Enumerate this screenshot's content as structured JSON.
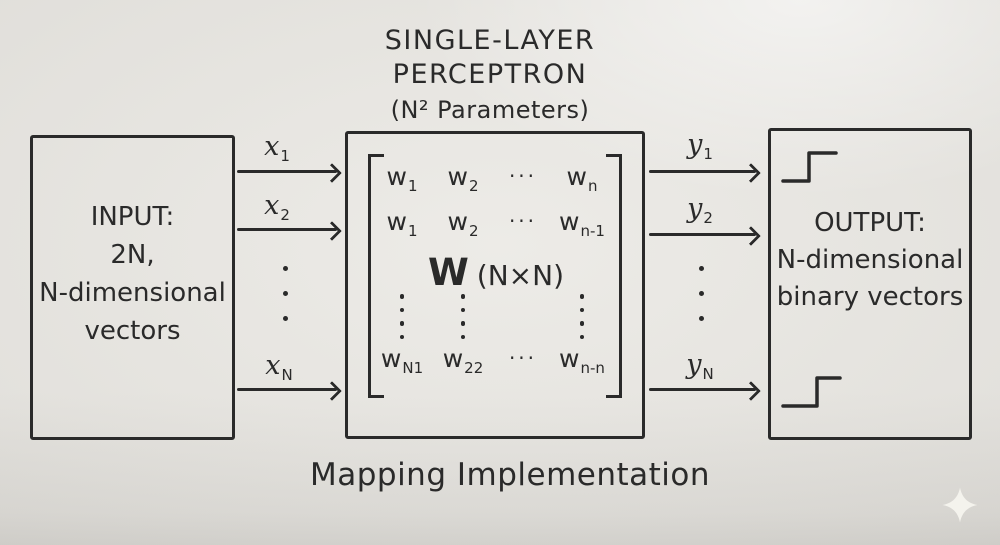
{
  "title": {
    "line1": "SINGLE-LAYER",
    "line2": "PERCEPTRON",
    "line3": "(N² Parameters)"
  },
  "input_box": {
    "lines": [
      "INPUT:",
      "2N,",
      "N-dimensional",
      "vectors"
    ]
  },
  "output_box": {
    "lines": [
      "OUTPUT:",
      "N-dimensional",
      "binary vectors"
    ]
  },
  "matrix": {
    "rows": [
      {
        "cells": [
          {
            "b": "w",
            "s": "1"
          },
          {
            "b": "w",
            "s": "2"
          },
          {
            "d": "···"
          },
          {
            "b": "w",
            "s": "n"
          }
        ]
      },
      {
        "cells": [
          {
            "b": "w",
            "s": "1"
          },
          {
            "b": "w",
            "s": "2"
          },
          {
            "d": "···"
          },
          {
            "b": "w",
            "s": "n-1"
          }
        ]
      },
      {
        "cells": [
          {
            "b": "w",
            "s": "N1"
          },
          {
            "b": "w",
            "s": "22"
          },
          {
            "d": "···"
          },
          {
            "b": "w",
            "s": "n-n"
          }
        ]
      }
    ],
    "center": {
      "b": "W",
      "paren": "(N×N)"
    }
  },
  "x_labels": [
    {
      "b": "x",
      "s": "1"
    },
    {
      "b": "x",
      "s": "2"
    },
    {
      "b": "x",
      "s": "N"
    }
  ],
  "y_labels": [
    {
      "b": "y",
      "s": "1"
    },
    {
      "b": "y",
      "s": "2"
    },
    {
      "b": "y",
      "s": "N"
    }
  ],
  "caption": "Mapping Implementation",
  "icons": {
    "output_activation": "step-function-icon",
    "watermark": "sparkle-icon"
  },
  "colors": {
    "ink": "#2a2a2a",
    "background": "#e9e7e2",
    "sparkle": "#f6f4ee"
  }
}
